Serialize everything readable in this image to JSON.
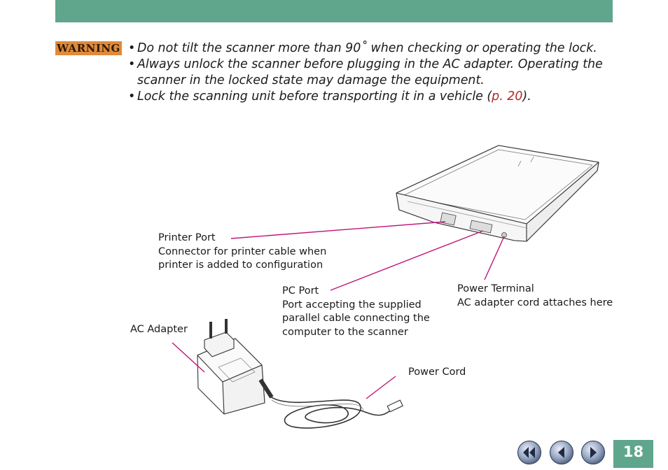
{
  "warning_label": "WARNING",
  "warnings": [
    {
      "bullet": "•",
      "text": "Do not tilt the scanner more than 90˚ when checking or operating the lock."
    },
    {
      "bullet": "•",
      "text": "Always unlock the scanner before plugging in the AC adapter. Operating the scanner in the locked state may damage the equipment."
    },
    {
      "bullet": "•",
      "text_before": "Lock the scanning unit before transporting it in a vehicle (",
      "link": "p. 20",
      "text_after": ")."
    }
  ],
  "labels": {
    "printer_port": {
      "title": "Printer Port",
      "desc1": "Connector for printer cable when",
      "desc2": "printer is added to configuration"
    },
    "pc_port": {
      "title": "PC Port",
      "desc1": "Port accepting the supplied",
      "desc2": "parallel cable connecting the",
      "desc3": "computer to the scanner"
    },
    "power_terminal": {
      "title": "Power Terminal",
      "desc1": "AC adapter cord attaches here"
    },
    "ac_adapter": {
      "title": "AC Adapter"
    },
    "power_cord": {
      "title": "Power Cord"
    }
  },
  "nav": {
    "first": "first-page-icon",
    "prev": "previous-page-icon",
    "next": "next-page-icon"
  },
  "page_number": "18",
  "colors": {
    "header_bar": "#5fa68d",
    "warning_badge": "#e08a3a",
    "link": "#b02a2a",
    "callout_line": "#c0157a"
  }
}
